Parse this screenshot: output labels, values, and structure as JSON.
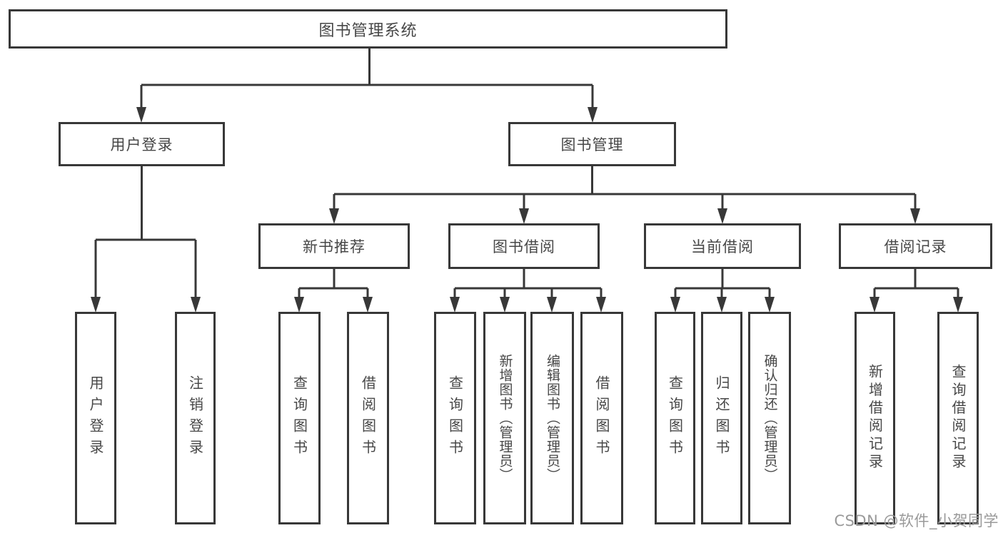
{
  "diagram": {
    "root": {
      "label": "图书管理系统"
    },
    "level2": [
      {
        "label": "用户登录",
        "children": [
          "用户登录",
          "注销登录"
        ]
      },
      {
        "label": "图书管理",
        "children": [
          {
            "label": "新书推荐",
            "children": [
              "查询图书",
              "借阅图书"
            ]
          },
          {
            "label": "图书借阅",
            "children": [
              "查询图书",
              "新增图书（管理员）",
              "编辑图书（管理员）",
              "借阅图书"
            ]
          },
          {
            "label": "当前借阅",
            "children": [
              "查询图书",
              "归还图书",
              "确认归还（管理员）"
            ]
          },
          {
            "label": "借阅记录",
            "children": [
              "新增借阅记录",
              "查询借阅记录"
            ]
          }
        ]
      }
    ],
    "colors": {
      "line": "#383838",
      "text": "#474747",
      "watermark": "#9a9a9a"
    }
  },
  "watermark": {
    "text": "CSDN @软件_小贺同学"
  }
}
